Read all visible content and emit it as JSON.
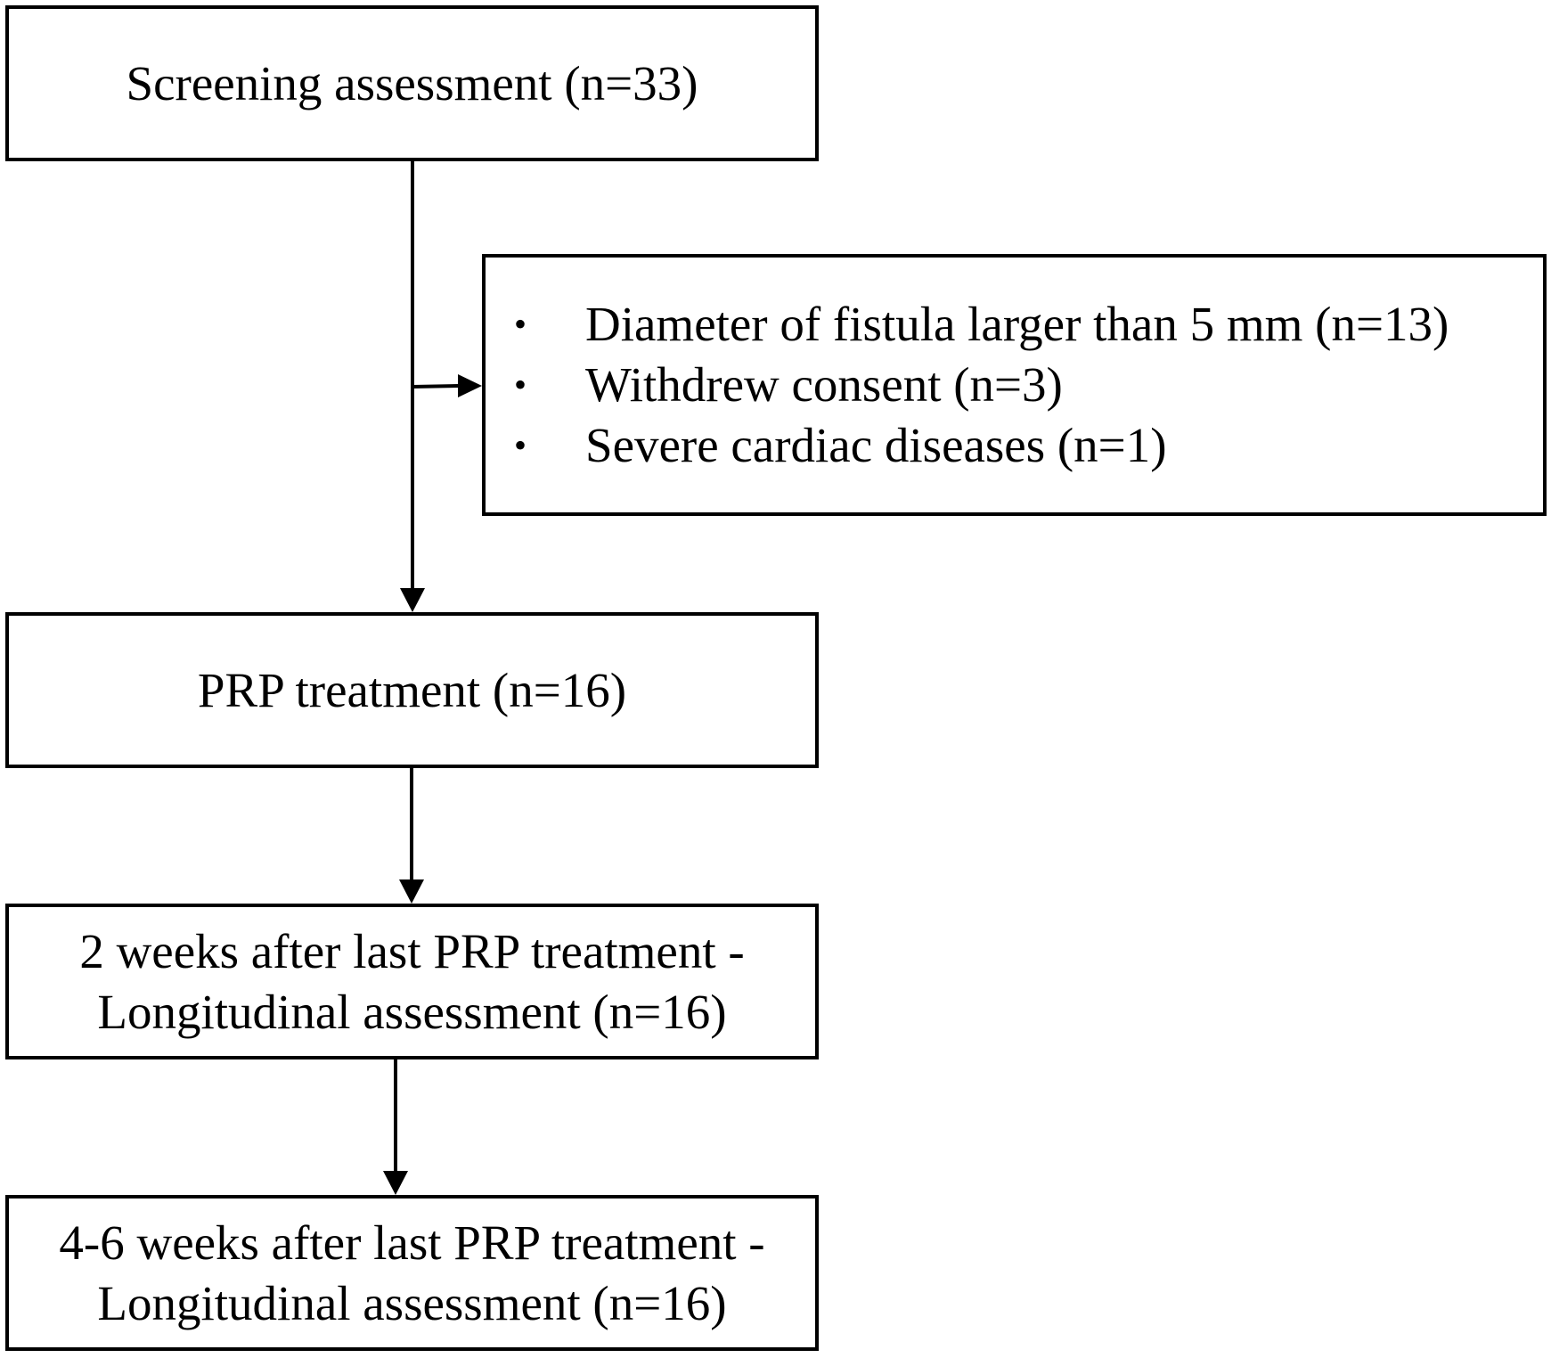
{
  "flowchart": {
    "screening": {
      "label": "Screening assessment (n=33)"
    },
    "exclusion": {
      "items": [
        "Diameter of fistula larger than 5 mm (n=13)",
        "Withdrew consent (n=3)",
        "Severe cardiac diseases (n=1)"
      ],
      "bullet": "•"
    },
    "prp": {
      "label": "PRP treatment (n=16)"
    },
    "two_weeks": {
      "line1": "2 weeks after last PRP treatment -",
      "line2": "Longitudinal assessment (n=16)"
    },
    "four_to_six_weeks": {
      "line1": "4-6 weeks after last PRP treatment -",
      "line2": "Longitudinal assessment (n=16)"
    }
  }
}
